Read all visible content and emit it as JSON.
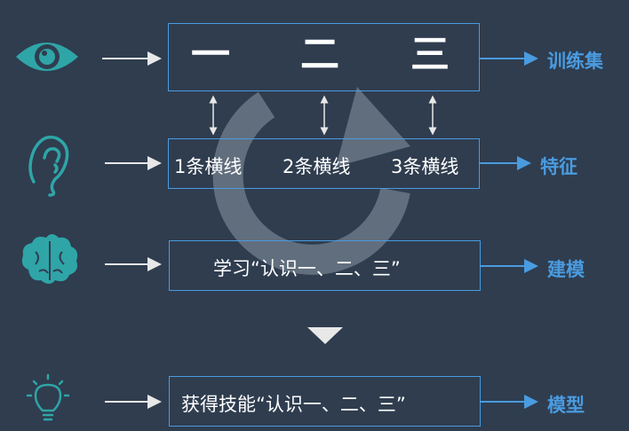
{
  "chars": [
    "一",
    "二",
    "三"
  ],
  "features": [
    "1条横线",
    "2条横线",
    "3条横线"
  ],
  "modeling_text": "学习“认识一、二、三”",
  "skill_text": "获得技能“认识一、二、三”",
  "outputs": {
    "training_set": "训练集",
    "feature": "特征",
    "modeling": "建模",
    "model": "模型"
  },
  "icons": {
    "row1": "eye-icon",
    "row2": "ear-icon",
    "row3": "brain-icon",
    "row4": "lightbulb-icon"
  },
  "colors": {
    "background": "#2f3d4f",
    "accent": "#4a9be0",
    "icon_teal": "#2fa5a7",
    "text": "#ffffff",
    "cycle_arrow": "#8b97a4"
  }
}
